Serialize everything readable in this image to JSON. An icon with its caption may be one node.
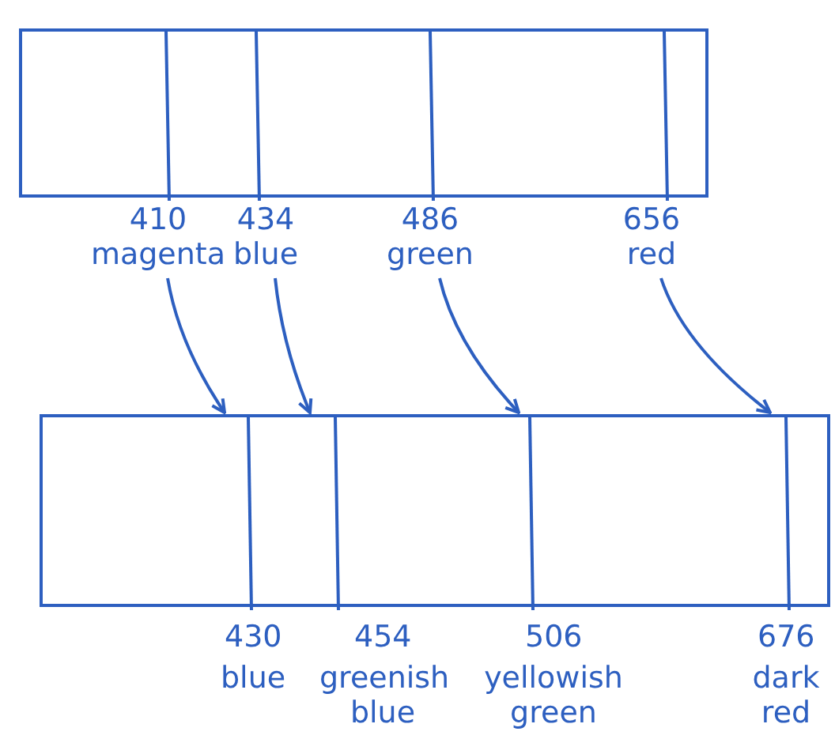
{
  "diagram": {
    "nodes": [
      {
        "text": [],
        "shape": "bar"
      },
      {
        "text": [
          "410",
          "magenta"
        ]
      },
      {
        "text": [
          "434",
          "blue"
        ]
      },
      {
        "text": [
          "486",
          "green"
        ]
      },
      {
        "text": [
          "656",
          "red"
        ]
      },
      {
        "text": [],
        "shape": "bar"
      }
    ],
    "edges": [
      {
        "from": 1,
        "to": 5,
        "arrow": "to"
      },
      {
        "from": 2,
        "to": 5,
        "arrow": "to"
      },
      {
        "from": 3,
        "to": 5,
        "arrow": "to"
      },
      {
        "from": 4,
        "to": 5,
        "arrow": "to"
      }
    ],
    "labels": [
      "430",
      "blue",
      "454",
      "greenish blue",
      "506",
      "yellowish green",
      "676",
      "dark red"
    ]
  }
}
